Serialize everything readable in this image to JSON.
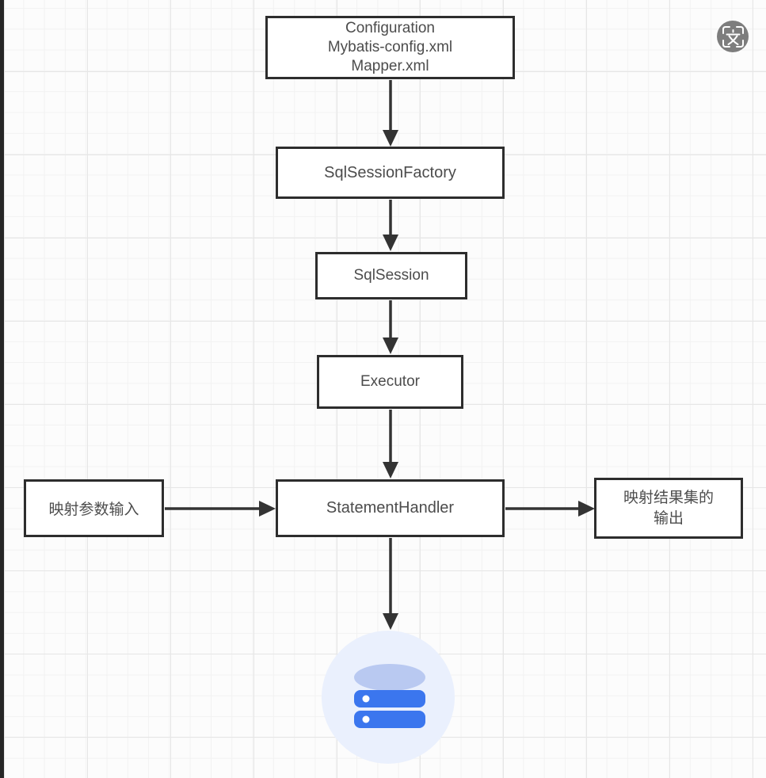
{
  "diagram": {
    "nodes": {
      "config": {
        "line1": "Configuration",
        "line2": "Mybatis-config.xml",
        "line3": "Mapper.xml"
      },
      "factory": {
        "label": "SqlSessionFactory"
      },
      "session": {
        "label": "SqlSession"
      },
      "executor": {
        "label": "Executor"
      },
      "statement": {
        "label": "StatementHandler"
      },
      "param_input": {
        "label": "映射参数输入"
      },
      "result_output": {
        "line1": "映射结果集的",
        "line2": "输出"
      }
    },
    "icons": {
      "database": "database-cylinder-icon",
      "translate": "screenshot-translate-icon"
    },
    "colors": {
      "node_border": "#2d2d2d",
      "node_text": "#4c4c4c",
      "arrow": "#333333",
      "grid_minor": "#f2f2f2",
      "grid_major": "#e6e6e6",
      "db_halo": "#eaf0fd",
      "db_top_ellipse": "#b9c9f1",
      "db_band_blue": "#3b76ee",
      "translate_circle": "#7d7d7d"
    }
  }
}
